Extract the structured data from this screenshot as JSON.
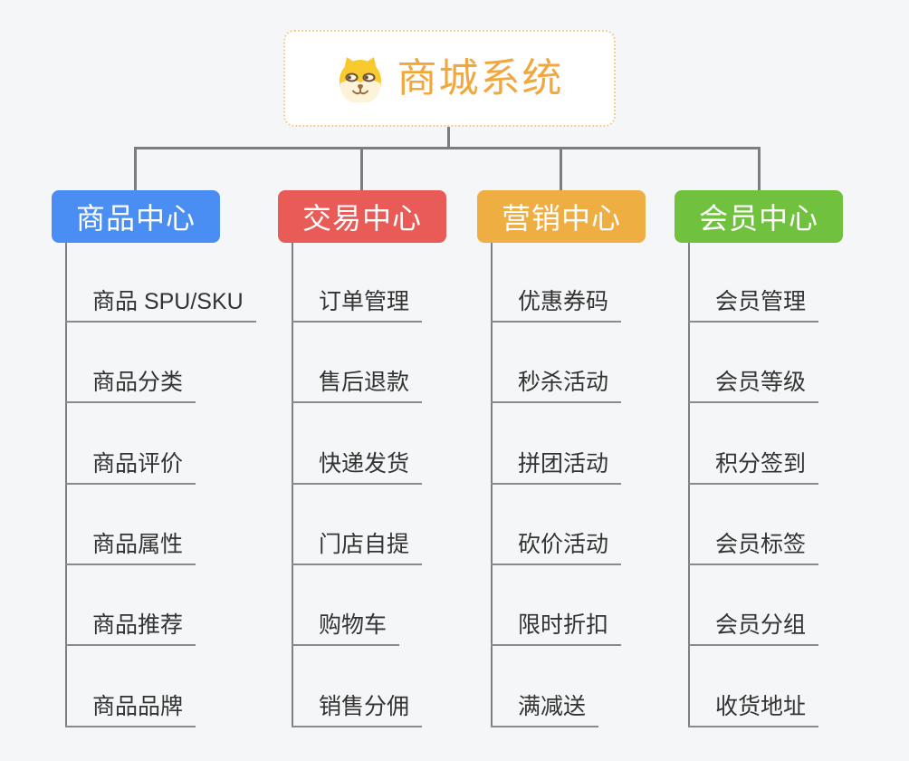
{
  "root": {
    "title": "商城系统",
    "icon": "dog-face-icon",
    "title_color": "#f2a73d",
    "border_color": "#f5cd90"
  },
  "branches": [
    {
      "label": "商品中心",
      "color": "#4a8df3",
      "items": [
        "商品 SPU/SKU",
        "商品分类",
        "商品评价",
        "商品属性",
        "商品推荐",
        "商品品牌"
      ]
    },
    {
      "label": "交易中心",
      "color": "#e95b56",
      "items": [
        "订单管理",
        "售后退款",
        "快递发货",
        "门店自提",
        "购物车",
        "销售分佣"
      ]
    },
    {
      "label": "营销中心",
      "color": "#eeae42",
      "items": [
        "优惠券码",
        "秒杀活动",
        "拼团活动",
        "砍价活动",
        "限时折扣",
        "满减送"
      ]
    },
    {
      "label": "会员中心",
      "color": "#70c13e",
      "items": [
        "会员管理",
        "会员等级",
        "积分签到",
        "会员标签",
        "会员分组",
        "收货地址"
      ]
    }
  ],
  "colors": {
    "background": "#f5f6f7",
    "connector_line": "#7d7d7d",
    "item_underline": "#8a8a8a",
    "item_text": "#333333",
    "branch_text": "#ffffff"
  }
}
